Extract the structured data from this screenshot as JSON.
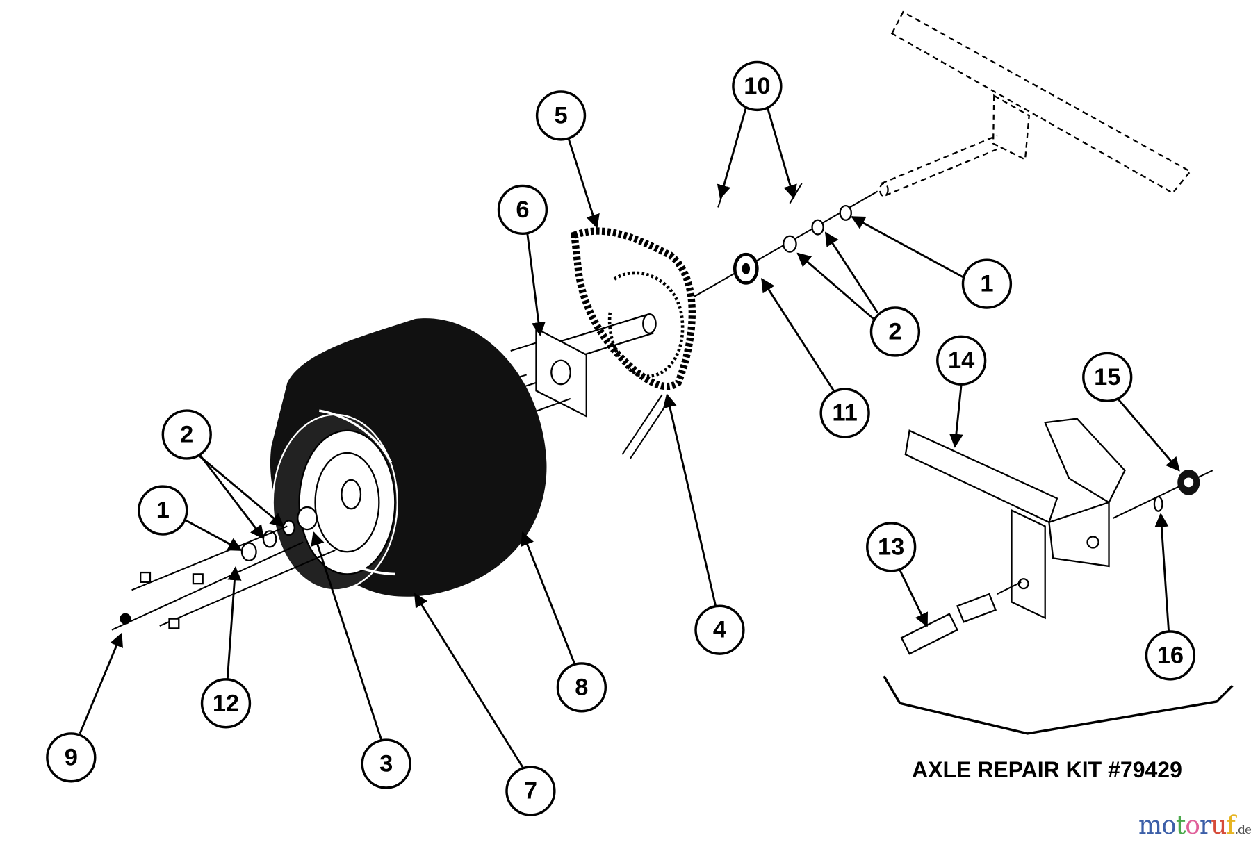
{
  "diagram": {
    "callouts": [
      "1",
      "2",
      "10",
      "11",
      "5",
      "6",
      "14",
      "15",
      "13",
      "16",
      "4",
      "8",
      "7",
      "3",
      "12",
      "9",
      "1",
      "2"
    ],
    "caption": "AXLE REPAIR KIT #79429",
    "watermark": {
      "letters": [
        "m",
        "o",
        "t",
        "o",
        "r",
        "u",
        "f"
      ],
      "suffix": ".de",
      "colors": [
        "#3c5fa8",
        "#3c5fa8",
        "#4aa84a",
        "#e0609a",
        "#3c5fa8",
        "#d64b3a",
        "#e6b422"
      ]
    }
  }
}
